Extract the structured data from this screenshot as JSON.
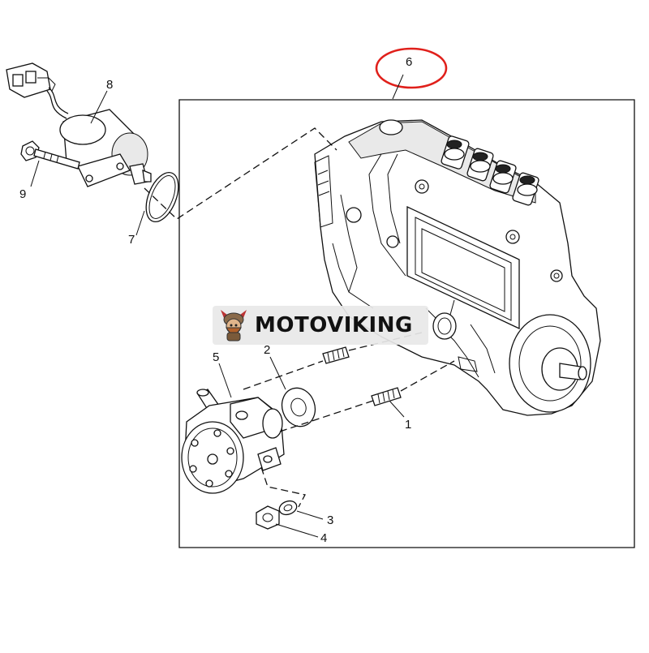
{
  "diagram": {
    "callouts": [
      {
        "id": "c1",
        "label": "1"
      },
      {
        "id": "c2",
        "label": "2"
      },
      {
        "id": "c3",
        "label": "3"
      },
      {
        "id": "c4",
        "label": "4"
      },
      {
        "id": "c5",
        "label": "5"
      },
      {
        "id": "c6",
        "label": "6"
      },
      {
        "id": "c7",
        "label": "7"
      },
      {
        "id": "c8",
        "label": "8"
      },
      {
        "id": "c9",
        "label": "9"
      }
    ],
    "highlight_color": "#e0201b",
    "line_color": "#111111"
  },
  "watermark": {
    "brand": "MOTOVIKING",
    "logo_icon": "viking-mascot-icon"
  }
}
